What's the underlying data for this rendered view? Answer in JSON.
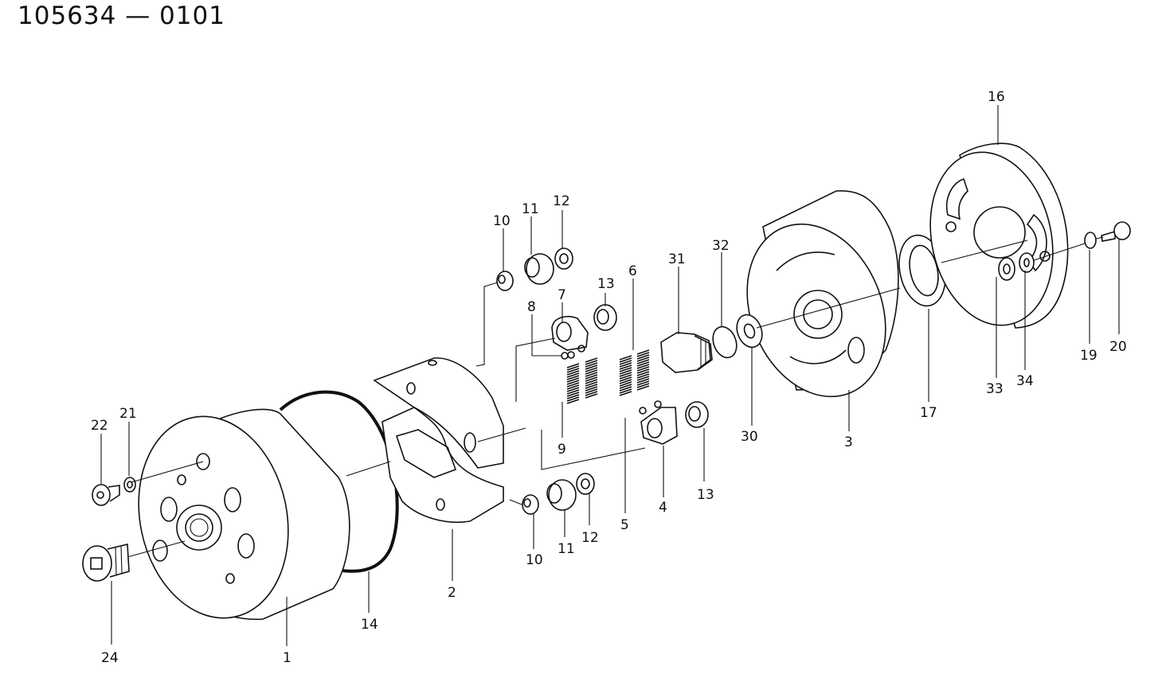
{
  "drawing_number": "105634 — 0101",
  "callouts": {
    "c1": "1",
    "c2": "2",
    "c3": "3",
    "c4": "4",
    "c5": "5",
    "c6": "6",
    "c7": "7",
    "c8": "8",
    "c9": "9",
    "c10a": "10",
    "c11a": "11",
    "c12a": "12",
    "c10b": "10",
    "c11b": "11",
    "c12b": "12",
    "c13a": "13",
    "c13b": "13",
    "c14": "14",
    "c16": "16",
    "c17": "17",
    "c19": "19",
    "c20": "20",
    "c21": "21",
    "c22": "22",
    "c24": "24",
    "c30": "30",
    "c31": "31",
    "c32": "32",
    "c33": "33",
    "c34": "34"
  }
}
